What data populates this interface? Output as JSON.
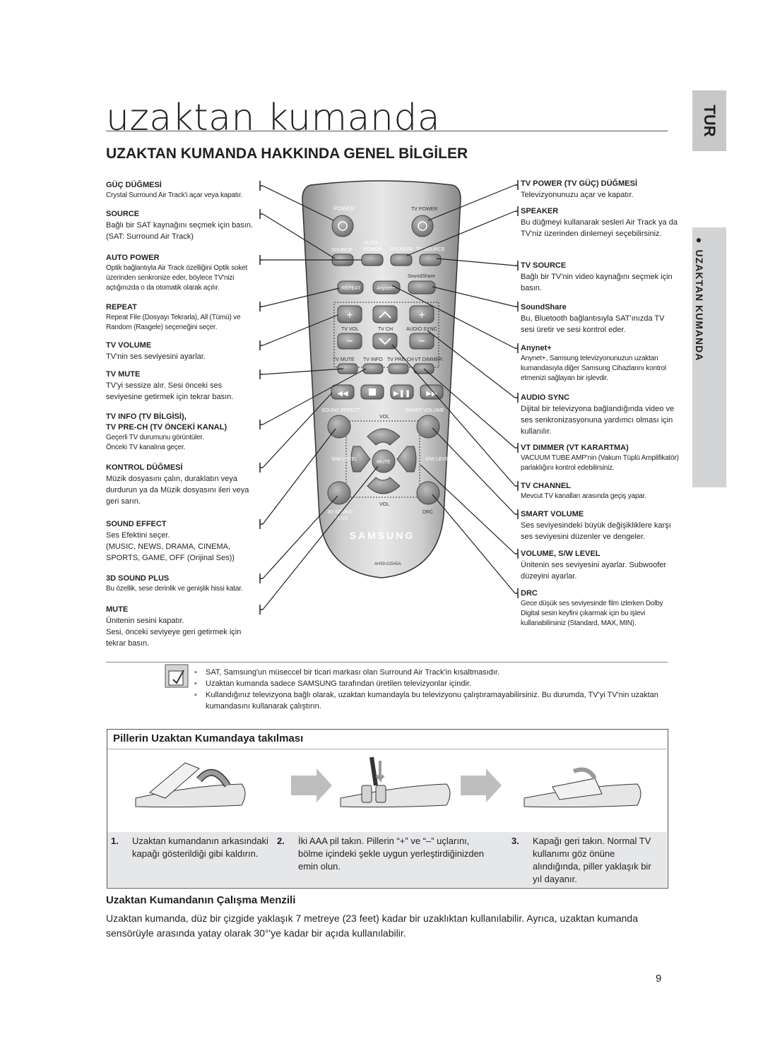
{
  "page_title": "uzaktan kumanda",
  "section_title": "UZAKTAN KUMANDA HAKKINDA GENEL BİLGİLER",
  "lang_tab": "TUR",
  "side_tab": "UZAKTAN KUMANDA",
  "left_labels": [
    {
      "title": "GÜÇ DÜĞMESİ",
      "text": "Crystal Surround Air Track'i açar veya kapatır."
    },
    {
      "title": "SOURCE",
      "text": "Bağlı bir SAT kaynağını seçmek için basın. (SAT: Surround Air Track)"
    },
    {
      "title": "AUTO POWER",
      "text": "Optik bağlantıyla Air Track özelliğini Optik soket üzerinden senkronize eder, böylece TV'nizi açtığınızda o da otomatik olarak açılır."
    },
    {
      "title": "REPEAT",
      "text": "Repeat File (Dosyayı Tekrarla), All (Tümü) ve Random (Rasgele) seçeneğini seçer."
    },
    {
      "title": "TV VOLUME",
      "text": "TV'nin ses seviyesini ayarlar."
    },
    {
      "title": "TV MUTE",
      "text": "TV'yi sessize alır.  Sesi önceki ses seviyesine getirmek için tekrar basın."
    },
    {
      "title": "TV INFO (TV BİLGİSİ),",
      "title2": "TV PRE-CH (TV ÖNCEKİ KANAL)",
      "text": "Geçerli TV durumunu görüntüler.",
      "text2": "Önceki TV kanalına geçer."
    },
    {
      "title": "KONTROL DÜĞMESİ",
      "text": "Müzik dosyasını çalın, duraklatın veya durdurun ya da Müzik dosyasını ileri veya geri sarın."
    },
    {
      "title": "SOUND EFFECT",
      "text": "Ses Efektini seçer.",
      "text2": "(MUSIC, NEWS, DRAMA, CINEMA, SPORTS, GAME, OFF (Orijinal Ses))"
    },
    {
      "title": "3D SOUND PLUS",
      "text": "Bu özellik, sese derinlik ve genişlik hissi katar."
    },
    {
      "title": "MUTE",
      "text": "Ünitenin sesini kapatır.",
      "text2": "Sesi, önceki seviyeye geri getirmek için tekrar basın."
    }
  ],
  "right_labels": [
    {
      "title": "TV POWER (TV GÜÇ) DÜĞMESİ",
      "text": "Televizyonunuzu açar ve kapatır."
    },
    {
      "title": "SPEAKER",
      "text": "Bu düğmeyi kullanarak sesleri Air Track ya da TV'niz üzerinden dinlemeyi seçebilirsiniz."
    },
    {
      "title": "TV SOURCE",
      "text": "Bağlı bir TV'nin video kaynağını seçmek için basın."
    },
    {
      "title": "SoundShare",
      "text": "Bu, Bluetooth bağlantısıyla SAT'ınızda TV sesi üretir ve sesi kontrol eder."
    },
    {
      "title": "Anynet+",
      "text": "Anynet+, Samsung televizyonunuzun uzaktan kumandasıyla diğer Samsung Cihazlarını kontrol etmenizi sağlayan bir işlevdir."
    },
    {
      "title": "AUDIO SYNC",
      "text": "Dijital bir televizyona bağlandığında video ve ses senkronizasyonuna yardımcı olması için kullanılır."
    },
    {
      "title": "VT DIMMER (VT KARARTMA)",
      "text": "VACUUM TUBE AMP'nin (Vakum Tüplü Amplifikatör) parlaklığını kontrol edebilirsiniz."
    },
    {
      "title": "TV CHANNEL",
      "text": "Mevcut TV kanalları arasında geçiş yapar."
    },
    {
      "title": "SMART VOLUME",
      "text": "Ses seviyesindeki büyük değişikliklere karşı ses seviyesini düzenler ve dengeler."
    },
    {
      "title": "VOLUME, S/W LEVEL",
      "text": "Ünitenin ses seviyesini ayarlar. Subwoofer düzeyini ayarlar."
    },
    {
      "title": "DRC",
      "text": "Gece düşük ses seviyesinde film izlerken Dolby Digital sesin keyfini çıkarmak için bu işlevi kullanabilirsiniz (Standard, MAX, MIN)."
    }
  ],
  "remote": {
    "power": "POWER",
    "tv_power": "TV POWER",
    "auto": "AUTO",
    "source": "SOURCE",
    "power2": "POWER",
    "speaker": "SPEAKER",
    "tv_source": "TV SOURCE",
    "soundshare": "SoundShare",
    "repeat": "REPEAT",
    "anynet": "Anynet+",
    "tv_vol": "TV VOL",
    "tv_ch": "TV CH",
    "audio_sync": "AUDIO SYNC",
    "tv_mute": "TV MUTE",
    "tv_info": "TV INFO",
    "tv_prech": "TV PRE-CH",
    "vt_dimmer": "VT DIMMER",
    "sound_effect": "SOUND EFFECT",
    "smart_volume": "SMART VOLUME",
    "vol": "VOL",
    "sw_level_left": "S/W LEVEL",
    "mute": "MUTE",
    "sw_level_right": "S/W LEVEL",
    "vol2": "VOL",
    "sound_3d": "3D SOUND",
    "plus": "PLUS",
    "drc": "DRC",
    "brand": "SAMSUNG",
    "model": "AH59-02545A"
  },
  "notes": [
    "SAT, Samsung'un müseccel bir ticari markası olan Surround Air Track'in kısaltmasıdır.",
    "Uzaktan kumanda sadece SAMSUNG tarafından üretilen televizyonlar içindir.",
    "Kullandığınız televizyona bağlı olarak, uzaktan kumandayla bu televizyonu çalıştıramayabilirsiniz. Bu durumda, TV'yi TV'nin uzaktan kumandasını kullanarak çalıştırın."
  ],
  "battery": {
    "title": "Pillerin Uzaktan Kumandaya takılması",
    "steps": [
      {
        "num": "1.",
        "text": "Uzaktan kumandanın arkasındaki kapağı gösterildiği gibi kaldırın."
      },
      {
        "num": "2.",
        "text": "İki AAA pil takın. Pillerin “+” ve “–” uçlarını, bölme içindeki şekle uygun yerleştirdiğinizden emin olun."
      },
      {
        "num": "3.",
        "text": "Kapağı geri takın. Normal TV kullanımı göz önüne alındığında, piller yaklaşık bir yıl dayanır."
      }
    ]
  },
  "range": {
    "title": "Uzaktan Kumandanın Çalışma Menzili",
    "text": "Uzaktan kumanda, düz bir çizgide yaklaşık 7 metreye (23 feet) kadar bir uzaklıktan kullanılabilir. Ayrıca, uzaktan kumanda sensörüyle arasında yatay olarak 30°'ye kadar bir açıda kullanılabilir."
  },
  "page_number": "9"
}
